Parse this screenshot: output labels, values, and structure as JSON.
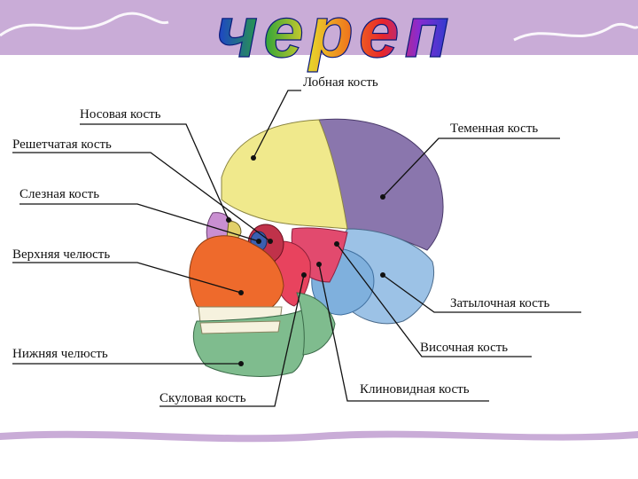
{
  "title": "череп",
  "colors": {
    "banner": "#c9acd7",
    "frontal": "#f0e98c",
    "parietal": "#8a76ad",
    "occipital": "#9cc2e6",
    "temporal": "#7fb0dd",
    "sphenoid": "#e24a6e",
    "zygomatic": "#e8435e",
    "maxilla": "#ee6a2c",
    "mandible": "#7fbc8e",
    "nasal": "#c98fd1",
    "lacrimal": "#3a5fb0",
    "ethmoid": "#e2d06a",
    "teeth": "#f6f2de"
  },
  "labels": {
    "frontal": "Лобная кость",
    "nasal": "Носовая кость",
    "parietal": "Теменная кость",
    "ethmoid": "Решетчатая кость",
    "lacrimal": "Слезная кость",
    "maxilla": "Верхняя челюсть",
    "occipital": "Затылочная кость",
    "mandible": "Нижняя челюсть",
    "temporal": "Височная кость",
    "zygomatic": "Скуловая кость",
    "sphenoid": "Клиновидная кость"
  }
}
